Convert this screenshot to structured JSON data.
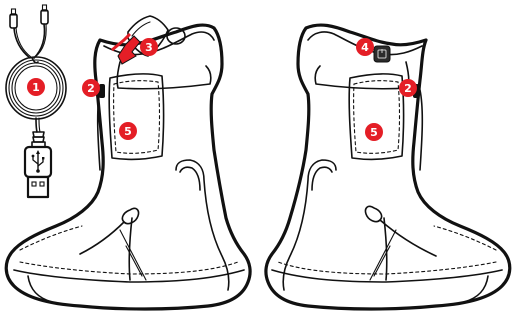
{
  "markers": {
    "m1": "1",
    "m2_left": "2",
    "m2_right": "2",
    "m3": "3",
    "m4": "4",
    "m5_left": "5",
    "m5_right": "5"
  },
  "colors": {
    "marker": "#e41e26",
    "marker_text": "#ffffff",
    "line": "#111111",
    "background": "#ffffff"
  },
  "icons": {
    "usb": "usb-trident-icon",
    "power_button": "power-button-icon"
  }
}
